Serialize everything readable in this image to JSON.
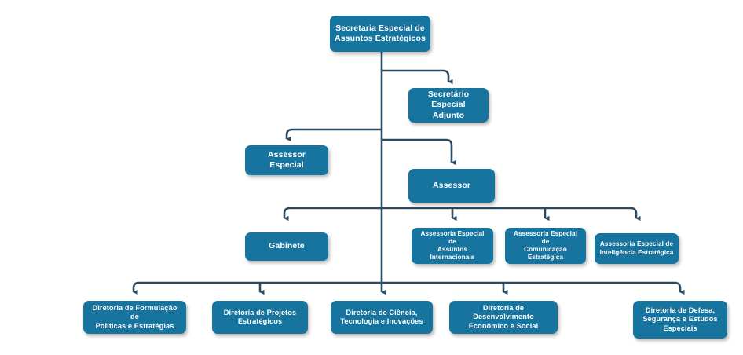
{
  "chart_data": {
    "type": "diagram",
    "diagram_type": "organizational-chart",
    "title": "Secretaria Especial de Assuntos Estratégicos",
    "orientation": "top-down",
    "colors": {
      "node_fill": "#16749f",
      "node_text": "#ffffff",
      "connector": "#2b4b63",
      "background": "#ffffff"
    },
    "nodes": [
      {
        "id": "root",
        "label": "Secretaria Especial de Assuntos Estratégicos",
        "level": 1,
        "parent": null
      },
      {
        "id": "adjunto",
        "label": "Secretário Especial Adjunto",
        "level": 2,
        "parent": "root"
      },
      {
        "id": "assessor_esp",
        "label": "Assessor Especial",
        "level": 2,
        "parent": "root"
      },
      {
        "id": "assessor",
        "label": "Assessor",
        "level": 2,
        "parent": "root"
      },
      {
        "id": "gabinete",
        "label": "Gabinete",
        "level": 3,
        "parent": "root"
      },
      {
        "id": "ass_intl",
        "label": "Assessoria Especial de Assuntos Internacionais",
        "level": 3,
        "parent": "root"
      },
      {
        "id": "ass_com",
        "label": "Assessoria Especial de Comunicação Estratégica",
        "level": 3,
        "parent": "root"
      },
      {
        "id": "ass_intel",
        "label": "Assessoria Especial de Inteligência Estratégica",
        "level": 3,
        "parent": "root"
      },
      {
        "id": "dir_form",
        "label": "Diretoria de Formulação de Políticas e Estratégias",
        "level": 4,
        "parent": "root"
      },
      {
        "id": "dir_proj",
        "label": "Diretoria de Projetos Estratégicos",
        "level": 4,
        "parent": "root"
      },
      {
        "id": "dir_cien",
        "label": "Diretoria de Ciência, Tecnologia e Inovações",
        "level": 4,
        "parent": "root"
      },
      {
        "id": "dir_des",
        "label": "Diretoria de Desenvolvimento Econômico e Social",
        "level": 4,
        "parent": "root"
      },
      {
        "id": "dir_def",
        "label": "Diretoria de Defesa, Segurança e Estudos Especiais",
        "level": 4,
        "parent": "root"
      }
    ]
  },
  "nodes": {
    "root": {
      "line1": "Secretaria Especial de",
      "line2": "Assuntos Estratégicos"
    },
    "adjunto": {
      "line1": "Secretário Especial",
      "line2": "Adjunto"
    },
    "assessor_esp": {
      "line1": "Assessor Especial"
    },
    "assessor": {
      "line1": "Assessor"
    },
    "gabinete": {
      "line1": "Gabinete"
    },
    "ass_intl": {
      "line1": "Assessoria Especial de",
      "line2": "Assuntos",
      "line3": "Internacionais"
    },
    "ass_com": {
      "line1": "Assessoria Especial de",
      "line2": "Comunicação",
      "line3": "Estratégica"
    },
    "ass_intel": {
      "line1": "Assessoria Especial de",
      "line2": "Inteligência Estratégica"
    },
    "dir_form": {
      "line1": "Diretoria de Formulação de",
      "line2": "Políticas e Estratégias"
    },
    "dir_proj": {
      "line1": "Diretoria de Projetos",
      "line2": "Estratégicos"
    },
    "dir_cien": {
      "line1": "Diretoria de Ciência,",
      "line2": "Tecnologia e Inovações"
    },
    "dir_des": {
      "line1": "Diretoria de Desenvolvimento",
      "line2": "Econômico e Social"
    },
    "dir_def": {
      "line1": "Diretoria de Defesa,",
      "line2": "Segurança e Estudos",
      "line3": "Especiais"
    }
  }
}
